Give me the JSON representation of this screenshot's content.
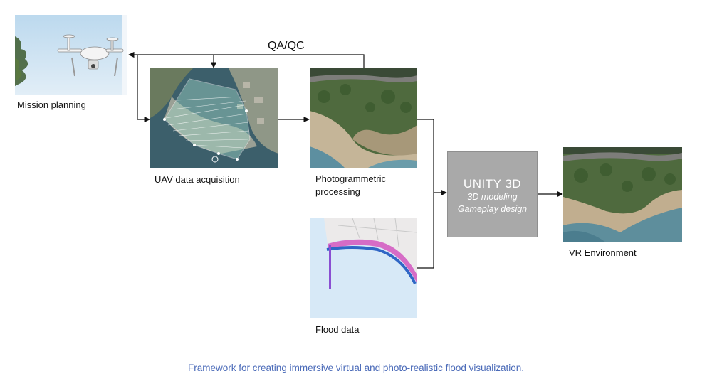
{
  "nodes": {
    "mission_planning": "Mission planning",
    "uav_acquisition": "UAV data acquisition",
    "photogrammetric_line1": "Photogrammetric",
    "photogrammetric_line2": "processing",
    "flood_data": "Flood data",
    "unity_title": "UNITY 3D",
    "unity_sub1": "3D modeling",
    "unity_sub2": "Gameplay design",
    "vr_environment": "VR Environment"
  },
  "loop_label": "QA/QC",
  "caption": "Framework for creating immersive virtual and photo-realistic flood visualization.",
  "colors": {
    "unity_box": "#a9a9a9",
    "caption": "#4a6ab8",
    "arrow": "#111111"
  }
}
